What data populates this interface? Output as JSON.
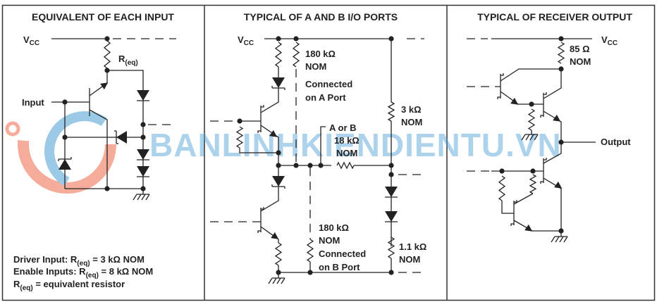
{
  "panels": [
    {
      "title": "EQUIVALENT OF EACH INPUT",
      "vcc": {
        "main": "V",
        "sub": "CC"
      },
      "req_label": {
        "main": "R",
        "sub": "(eq)"
      },
      "input_label": "Input",
      "notes": [
        {
          "prefix": "Driver Input: R",
          "sub": "(eq)",
          "suffix": " = 3 kΩ NOM"
        },
        {
          "prefix": "Enable Inputs: R",
          "sub": "(eq)",
          "suffix": " = 8 kΩ NOM"
        },
        {
          "prefix": "R",
          "sub": "(eq)",
          "suffix": " = equivalent resistor"
        }
      ]
    },
    {
      "title": "TYPICAL OF A AND B I/O PORTS",
      "vcc": {
        "main": "V",
        "sub": "CC"
      },
      "labels": {
        "r180a": "180 kΩ",
        "r180a_nom": "NOM",
        "conn_a1": "Connected",
        "conn_a2": "on A Port",
        "r3k": "3 kΩ",
        "r3k_nom": "NOM",
        "aorb": "A or B",
        "r18k": "18 kΩ",
        "r18k_nom": "NOM",
        "r180b": "180 kΩ",
        "r180b_nom": "NOM",
        "conn_b1": "Connected",
        "conn_b2": "on B Port",
        "r11k": "1.1 kΩ",
        "r11k_nom": "NOM"
      }
    },
    {
      "title": "TYPICAL OF RECEIVER OUTPUT",
      "vcc": {
        "main": "V",
        "sub": "CC"
      },
      "labels": {
        "r85": "85 Ω",
        "r85_nom": "NOM",
        "output": "Output"
      }
    }
  ],
  "watermark": "BANLINHKIENDIENTU.VN",
  "colors": {
    "line": "#222222",
    "watermark_blue": "#4a9fd4",
    "watermark_orange": "#f06a4a"
  }
}
